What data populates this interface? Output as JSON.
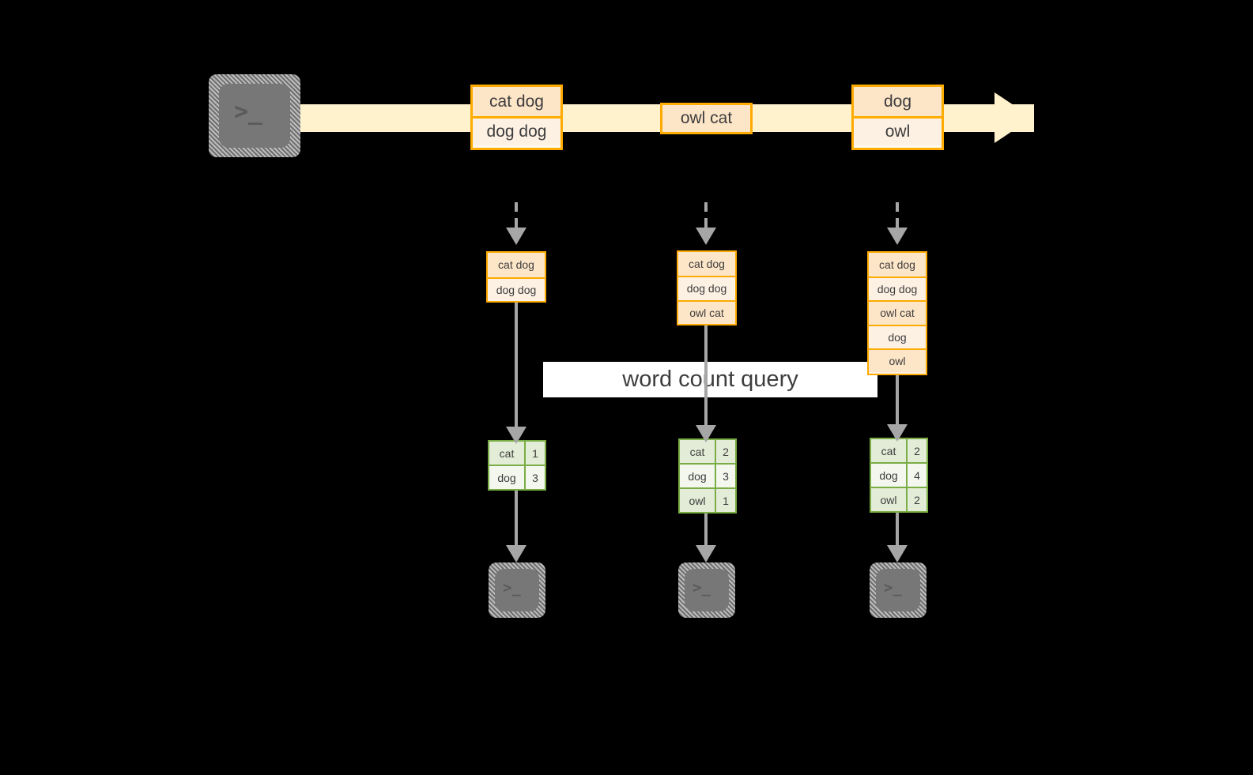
{
  "diagram": {
    "title_label": "word count query",
    "colors": {
      "background": "#000000",
      "stream_fill": "#fff2cc",
      "message_border": "#ffab00",
      "message_fill_dark": "#fde5c8",
      "message_fill_light": "#fdf1e4",
      "result_border": "#7aad45",
      "result_fill_dark": "#e3ecd7",
      "result_fill_light": "#f3f7ee",
      "arrow_gray": "#a6a6a6",
      "terminal_gray": "#777777",
      "label_band": "#ffffff",
      "text": "#3d3d3d"
    }
  },
  "source": {
    "icon": "terminal-icon",
    "prompt": ">_"
  },
  "stream": {
    "icon": "right-arrow-icon",
    "messages": [
      {
        "id": "msg-1",
        "lines": [
          "cat dog",
          "dog dog"
        ]
      },
      {
        "id": "msg-2",
        "lines": [
          "owl cat"
        ]
      },
      {
        "id": "msg-3",
        "lines": [
          "dog",
          "owl"
        ]
      }
    ]
  },
  "snapshots": [
    {
      "id": "snapshot-1",
      "rows": [
        "cat dog",
        "dog dog"
      ]
    },
    {
      "id": "snapshot-2",
      "rows": [
        "cat dog",
        "dog dog",
        "owl cat"
      ]
    },
    {
      "id": "snapshot-3",
      "rows": [
        "cat dog",
        "dog dog",
        "owl cat",
        "dog",
        "owl"
      ]
    }
  ],
  "results": [
    {
      "id": "result-1",
      "rows": [
        {
          "word": "cat",
          "count": "1"
        },
        {
          "word": "dog",
          "count": "3"
        }
      ]
    },
    {
      "id": "result-2",
      "rows": [
        {
          "word": "cat",
          "count": "2"
        },
        {
          "word": "dog",
          "count": "3"
        },
        {
          "word": "owl",
          "count": "1"
        }
      ]
    },
    {
      "id": "result-3",
      "rows": [
        {
          "word": "cat",
          "count": "2"
        },
        {
          "word": "dog",
          "count": "4"
        },
        {
          "word": "owl",
          "count": "2"
        }
      ]
    }
  ],
  "sinks": [
    {
      "id": "sink-1",
      "icon": "terminal-icon",
      "prompt": ">_"
    },
    {
      "id": "sink-2",
      "icon": "terminal-icon",
      "prompt": ">_"
    },
    {
      "id": "sink-3",
      "icon": "terminal-icon",
      "prompt": ">_"
    }
  ]
}
